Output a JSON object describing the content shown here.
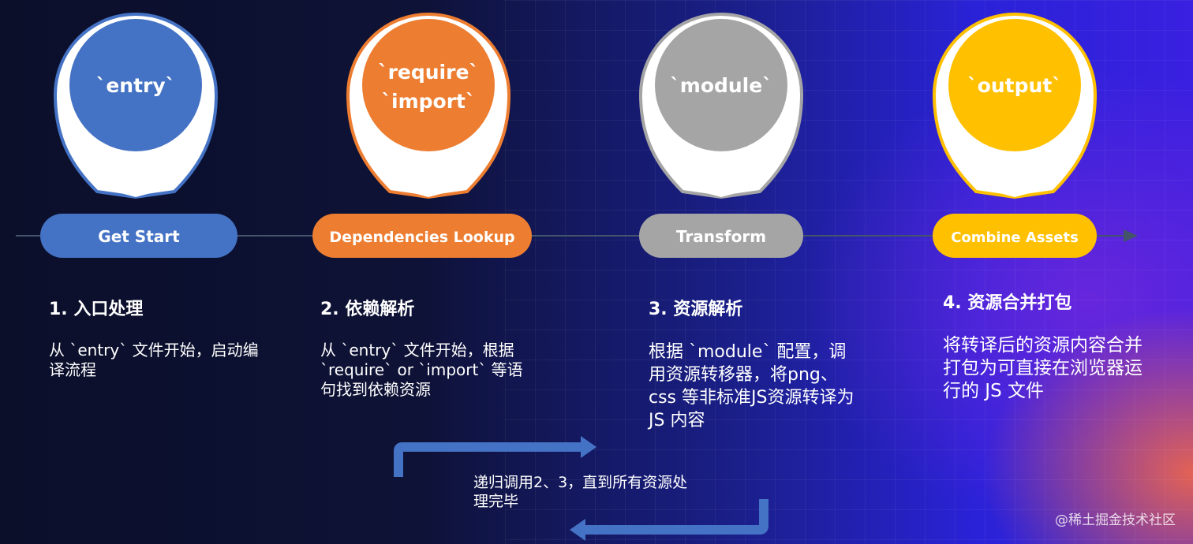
{
  "steps": [
    {
      "code_lines": [
        "`entry`"
      ],
      "stage": "Get Start",
      "title": "1. 入口处理",
      "desc": "从 `entry` 文件开始，启动编译流程",
      "color": "#4472c4"
    },
    {
      "code_lines": [
        "`require`",
        "`import`"
      ],
      "stage": "Dependencies Lookup",
      "title": "2. 依赖解析",
      "desc": "从 `entry` 文件开始，根据 `require` or `import` 等语句找到依赖资源",
      "color": "#ed7d31"
    },
    {
      "code_lines": [
        "`module`"
      ],
      "stage": "Transform",
      "title": "3. 资源解析",
      "desc": "根据 `module` 配置，调用资源转移器，将png、css 等非标准JS资源转译为 JS 内容",
      "color": "#a5a5a5"
    },
    {
      "code_lines": [
        "`output`"
      ],
      "stage": "Combine Assets",
      "title": "4. 资源合并打包",
      "desc": "将转译后的资源内容合并打包为可直接在浏览器运行的 JS 文件",
      "color": "#ffc000"
    }
  ],
  "loop_note": "递归调用2、3，直到所有资源处理完毕",
  "watermark": "@稀土掘金技术社区",
  "colors": {
    "timeline": "#44546a",
    "loop_arrow": "#4472c4"
  }
}
